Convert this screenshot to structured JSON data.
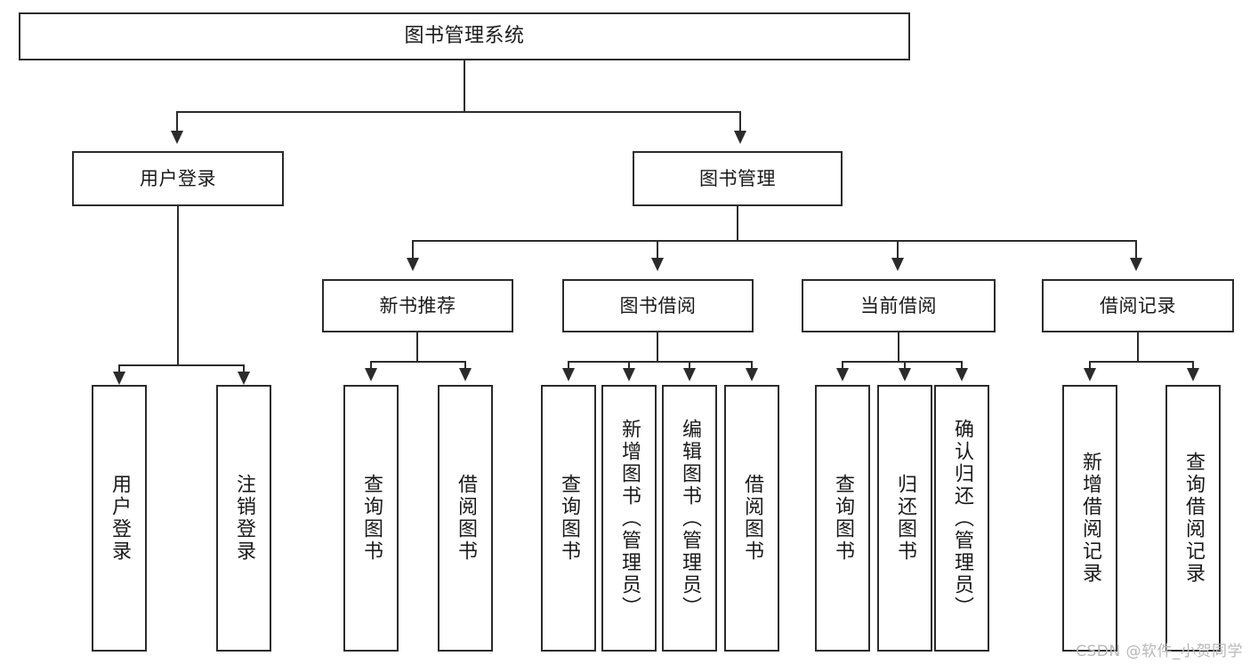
{
  "diagram": {
    "title": "图书管理系统",
    "type": "hierarchy-tree",
    "root": {
      "label": "图书管理系统"
    },
    "level2": [
      {
        "label": "用户登录"
      },
      {
        "label": "图书管理"
      }
    ],
    "level3": [
      {
        "label": "新书推荐"
      },
      {
        "label": "图书借阅"
      },
      {
        "label": "当前借阅"
      },
      {
        "label": "借阅记录"
      }
    ],
    "leaves": {
      "user_login": [
        {
          "label": "用户登录"
        },
        {
          "label": "注销登录"
        }
      ],
      "new_book_recommend": [
        {
          "label": "查询图书"
        },
        {
          "label": "借阅图书"
        }
      ],
      "book_borrow": [
        {
          "label": "查询图书"
        },
        {
          "label": "新增图书（管理员）"
        },
        {
          "label": "编辑图书（管理员）"
        },
        {
          "label": "借阅图书"
        }
      ],
      "current_borrow": [
        {
          "label": "查询图书"
        },
        {
          "label": "归还图书"
        },
        {
          "label": "确认归还（管理员）"
        }
      ],
      "borrow_record": [
        {
          "label": "新增借阅记录"
        },
        {
          "label": "查询借阅记录"
        }
      ]
    }
  },
  "watermark": {
    "text": "CSDN @软件_小贺同学"
  },
  "colors": {
    "border": "#2b2b2b",
    "text": "#1a1a1a",
    "background": "#ffffff",
    "watermark": "#b8b8b8"
  }
}
